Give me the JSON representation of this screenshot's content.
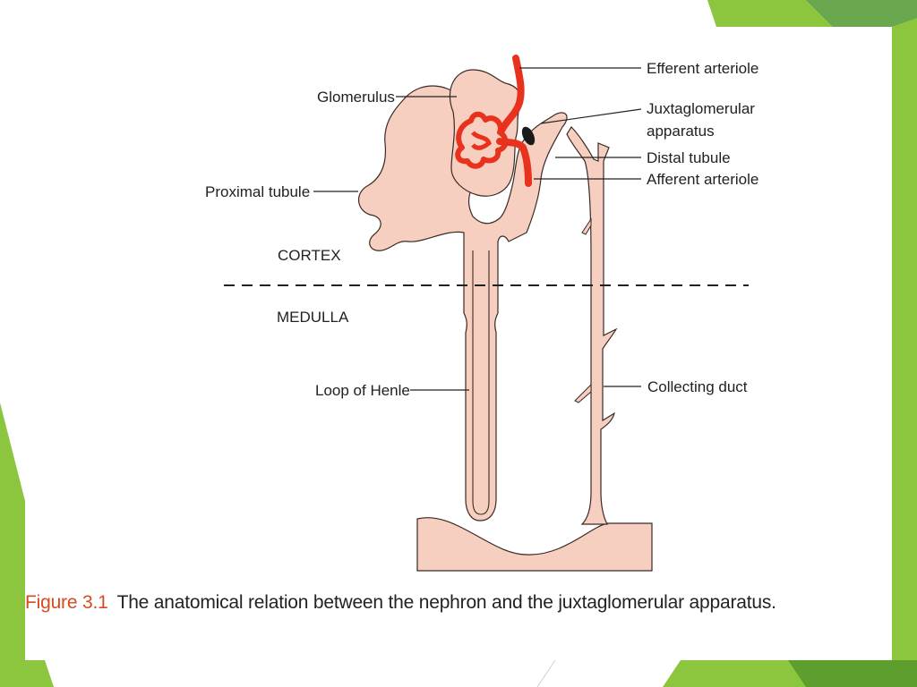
{
  "colors": {
    "accent_green": "#8cc63f",
    "dark_green": "#5e9e2e",
    "tubule_fill": "#f7cfc0",
    "tubule_stroke": "#3a2a25",
    "vessel_red": "#e8321e",
    "figure_number": "#d94a1e"
  },
  "diagram": {
    "labels": {
      "efferent_arteriole": "Efferent arteriole",
      "glomerulus": "Glomerulus",
      "juxtaglomerular_line1": "Juxtaglomerular",
      "juxtaglomerular_line2": "apparatus",
      "distal_tubule": "Distal tubule",
      "afferent_arteriole": "Afferent arteriole",
      "proximal_tubule": "Proximal tubule",
      "cortex": "CORTEX",
      "medulla": "MEDULLA",
      "loop_of_henle": "Loop of Henle",
      "collecting_duct": "Collecting duct"
    }
  },
  "caption": {
    "figure_number": "Figure 3.1",
    "text": "The anatomical relation between the nephron and the juxtaglomerular apparatus."
  }
}
